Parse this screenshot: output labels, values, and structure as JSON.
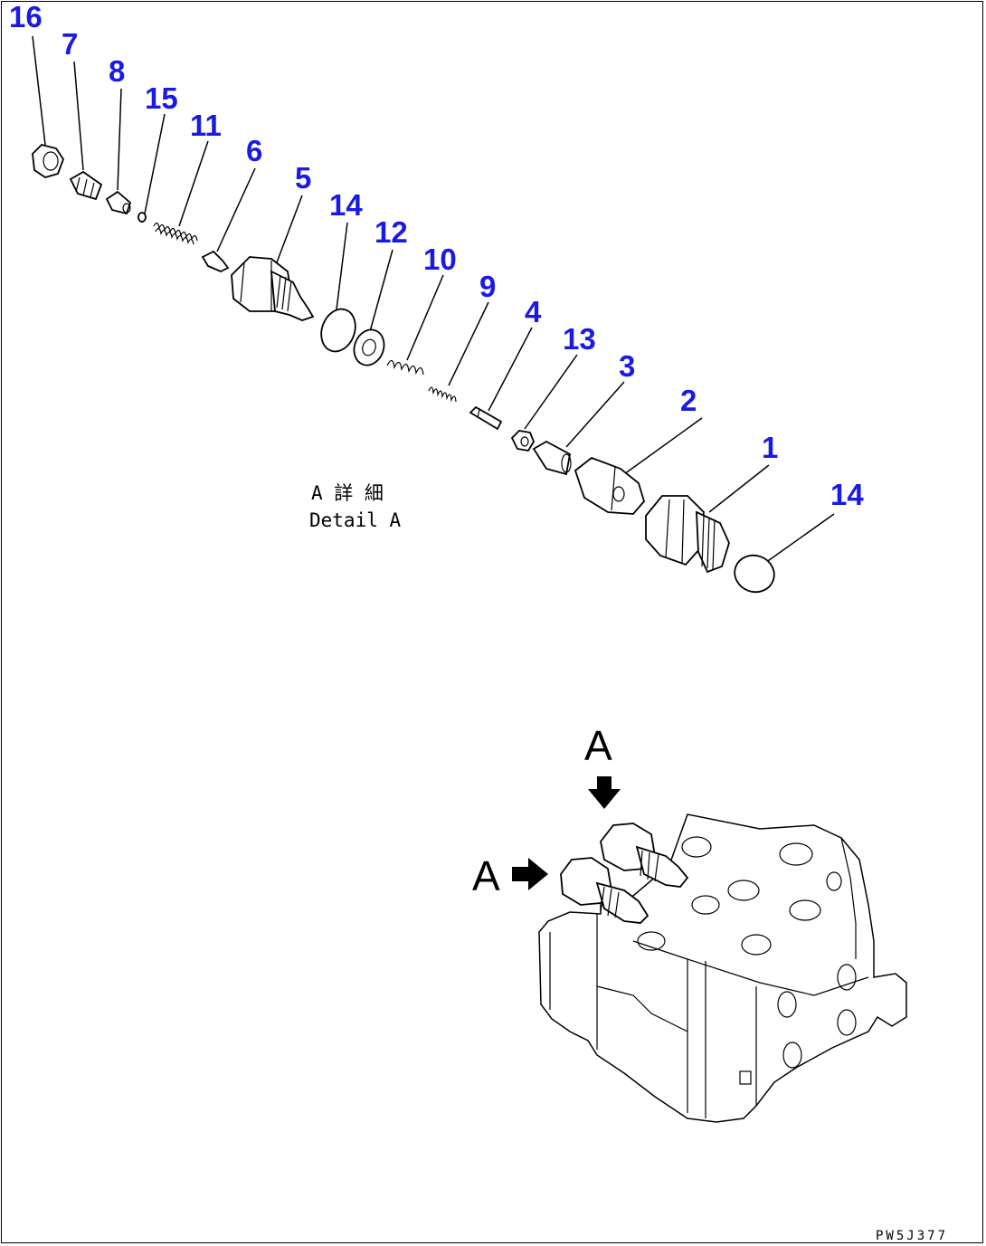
{
  "callouts": [
    {
      "id": "c16",
      "label": "16"
    },
    {
      "id": "c7",
      "label": "7"
    },
    {
      "id": "c8",
      "label": "8"
    },
    {
      "id": "c15",
      "label": "15"
    },
    {
      "id": "c11",
      "label": "11"
    },
    {
      "id": "c6",
      "label": "6"
    },
    {
      "id": "c5",
      "label": "5"
    },
    {
      "id": "c14a",
      "label": "14"
    },
    {
      "id": "c12",
      "label": "12"
    },
    {
      "id": "c10",
      "label": "10"
    },
    {
      "id": "c9",
      "label": "9"
    },
    {
      "id": "c4",
      "label": "4"
    },
    {
      "id": "c13",
      "label": "13"
    },
    {
      "id": "c3",
      "label": "3"
    },
    {
      "id": "c2",
      "label": "2"
    },
    {
      "id": "c1",
      "label": "1"
    },
    {
      "id": "c14b",
      "label": "14"
    }
  ],
  "detail": {
    "japanese": "A 詳 細",
    "english": "Detail A"
  },
  "view_markers": {
    "top": "A",
    "left": "A"
  },
  "drawing_number": "PW5J377",
  "colors": {
    "callout": "#1a1ae6",
    "line": "#000000",
    "background": "#ffffff"
  }
}
